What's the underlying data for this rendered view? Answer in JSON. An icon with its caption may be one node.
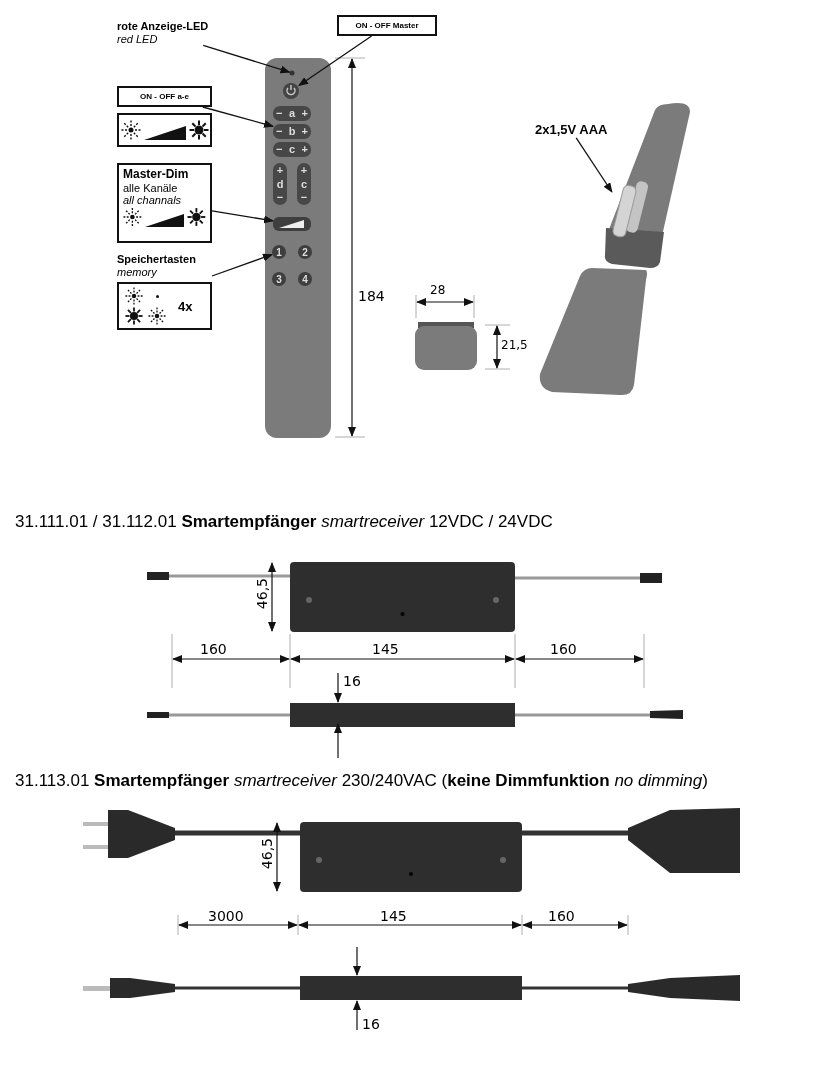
{
  "diagram": {
    "nodes": [
      {
        "text": [
          "rote Anzeige-LED",
          "red LED"
        ]
      },
      {
        "text": [
          "ON - OFF  Master"
        ]
      },
      {
        "text": [],
        "shape": "circle"
      },
      {
        "text": [],
        "shape": "circle"
      },
      {
        "text": [
          "ON - OFF  a-e"
        ]
      },
      {
        "text": [],
        "shape": "box"
      },
      {
        "text": [
          "−",
          "b",
          "+"
        ]
      },
      {
        "text": [
          "Master-Dim",
          "alle Kanäle",
          "all channals"
        ]
      },
      {
        "text": [],
        "shape": "bar"
      },
      {
        "text": [
          "Speichertasten",
          "memory",
          "4x"
        ]
      },
      {
        "text": [
          "2x1,5V AAA"
        ]
      },
      {
        "text": [],
        "shape": "cylinder"
      },
      {
        "text": [
          "1"
        ]
      }
    ],
    "edges": [
      {
        "from": 0,
        "to": 2,
        "arrow": "to"
      },
      {
        "from": 1,
        "to": 3,
        "arrow": "to"
      },
      {
        "from": 4,
        "to": 6,
        "arrow": "to"
      },
      {
        "from": 7,
        "to": 8,
        "arrow": "to"
      },
      {
        "from": 9,
        "to": 12,
        "arrow": "to"
      },
      {
        "from": 10,
        "to": 11,
        "arrow": "to"
      }
    ],
    "labels": [
      "−",
      "a",
      "+",
      "−",
      "c",
      "+",
      "+",
      "d",
      "−",
      "+",
      "c",
      "−",
      "2",
      "3",
      "4",
      "184",
      "28",
      "21,5",
      "31.111.01 / 31.112.01 **Smartempfänger** *smartreceiver* 12VDC / 24VDC",
      "46,5",
      "160",
      "145",
      "160",
      "16",
      "31.113.01  **Smartempfänger** *smartreceiver* 230/240VAC  (**keine Dimmfunktion** *no dimming*)",
      "46,5",
      "3000",
      "145",
      "160",
      "16"
    ]
  }
}
